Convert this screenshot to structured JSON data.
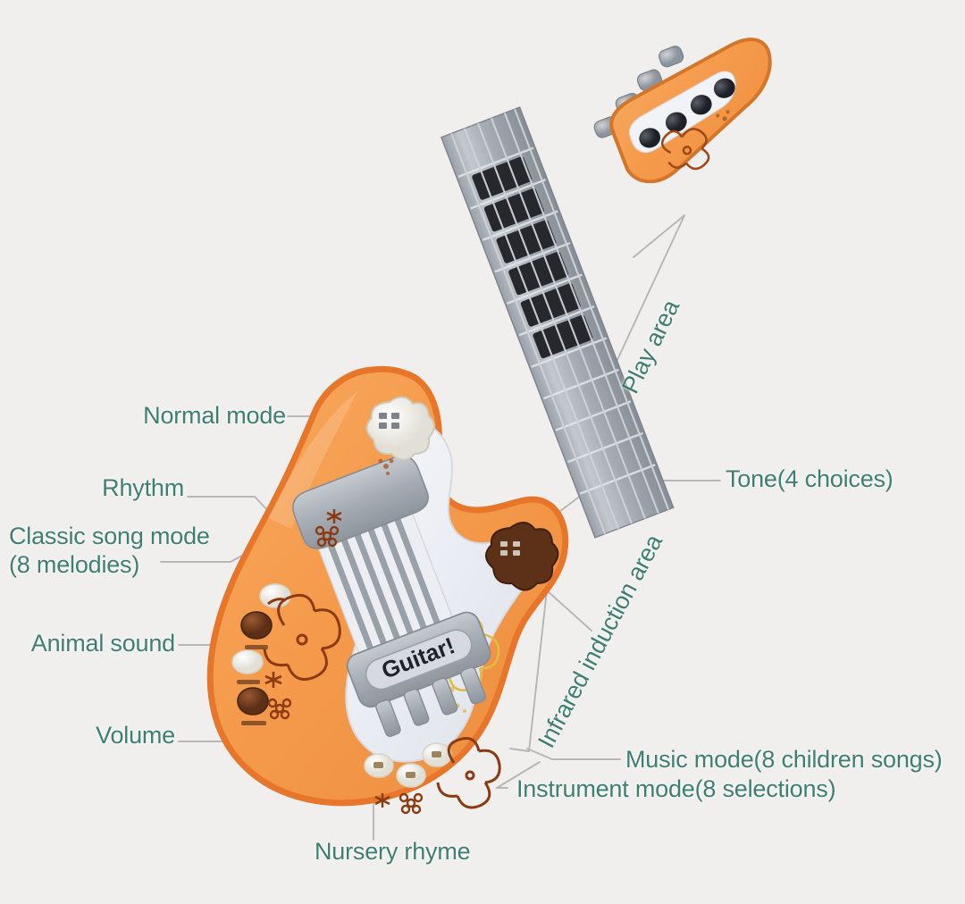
{
  "page": {
    "title": "Toy Electric Guitar Feature Callout Diagram",
    "background_color": "#f0efee",
    "label_color": "#3f7f72",
    "leader_line_color": "#b6b6b6"
  },
  "product": {
    "brand_text": "Guitar!",
    "body_color": "#f39a4e",
    "body_outline_color": "#e8762a",
    "pickguard_color": "#eceef4",
    "hardware_color": "#a9aeb6",
    "fretboard_color": "#8e949c",
    "fret_dark_color": "#2a2a2a",
    "knob_color": "#6e3a1e",
    "button_white_color": "#f3f1ea",
    "tone_button_color": "#5c3118",
    "flower_decal_color": "#8c3a12",
    "flower_decal_yellow": "#e8c144"
  },
  "callouts": [
    {
      "id": "normal-mode",
      "label": "Normal mode",
      "side": "left"
    },
    {
      "id": "rhythm",
      "label": "Rhythm",
      "side": "left"
    },
    {
      "id": "classic-song-1",
      "label": "Classic song mode",
      "side": "left"
    },
    {
      "id": "classic-song-2",
      "label": "(8 melodies)",
      "side": "left"
    },
    {
      "id": "animal-sound",
      "label": "Animal sound",
      "side": "left"
    },
    {
      "id": "volume",
      "label": "Volume",
      "side": "left"
    },
    {
      "id": "nursery-rhyme",
      "label": "Nursery rhyme",
      "side": "bottom"
    },
    {
      "id": "play-area",
      "label": "Play area",
      "side": "right-rotated"
    },
    {
      "id": "tone",
      "label": "Tone(4 choices)",
      "side": "right"
    },
    {
      "id": "infrared",
      "label": "Infrared induction area",
      "side": "right-rotated"
    },
    {
      "id": "music-mode",
      "label": "Music mode(8 children songs)",
      "side": "right"
    },
    {
      "id": "instrument-mode",
      "label": "Instrument mode(8 selections)",
      "side": "right"
    }
  ]
}
